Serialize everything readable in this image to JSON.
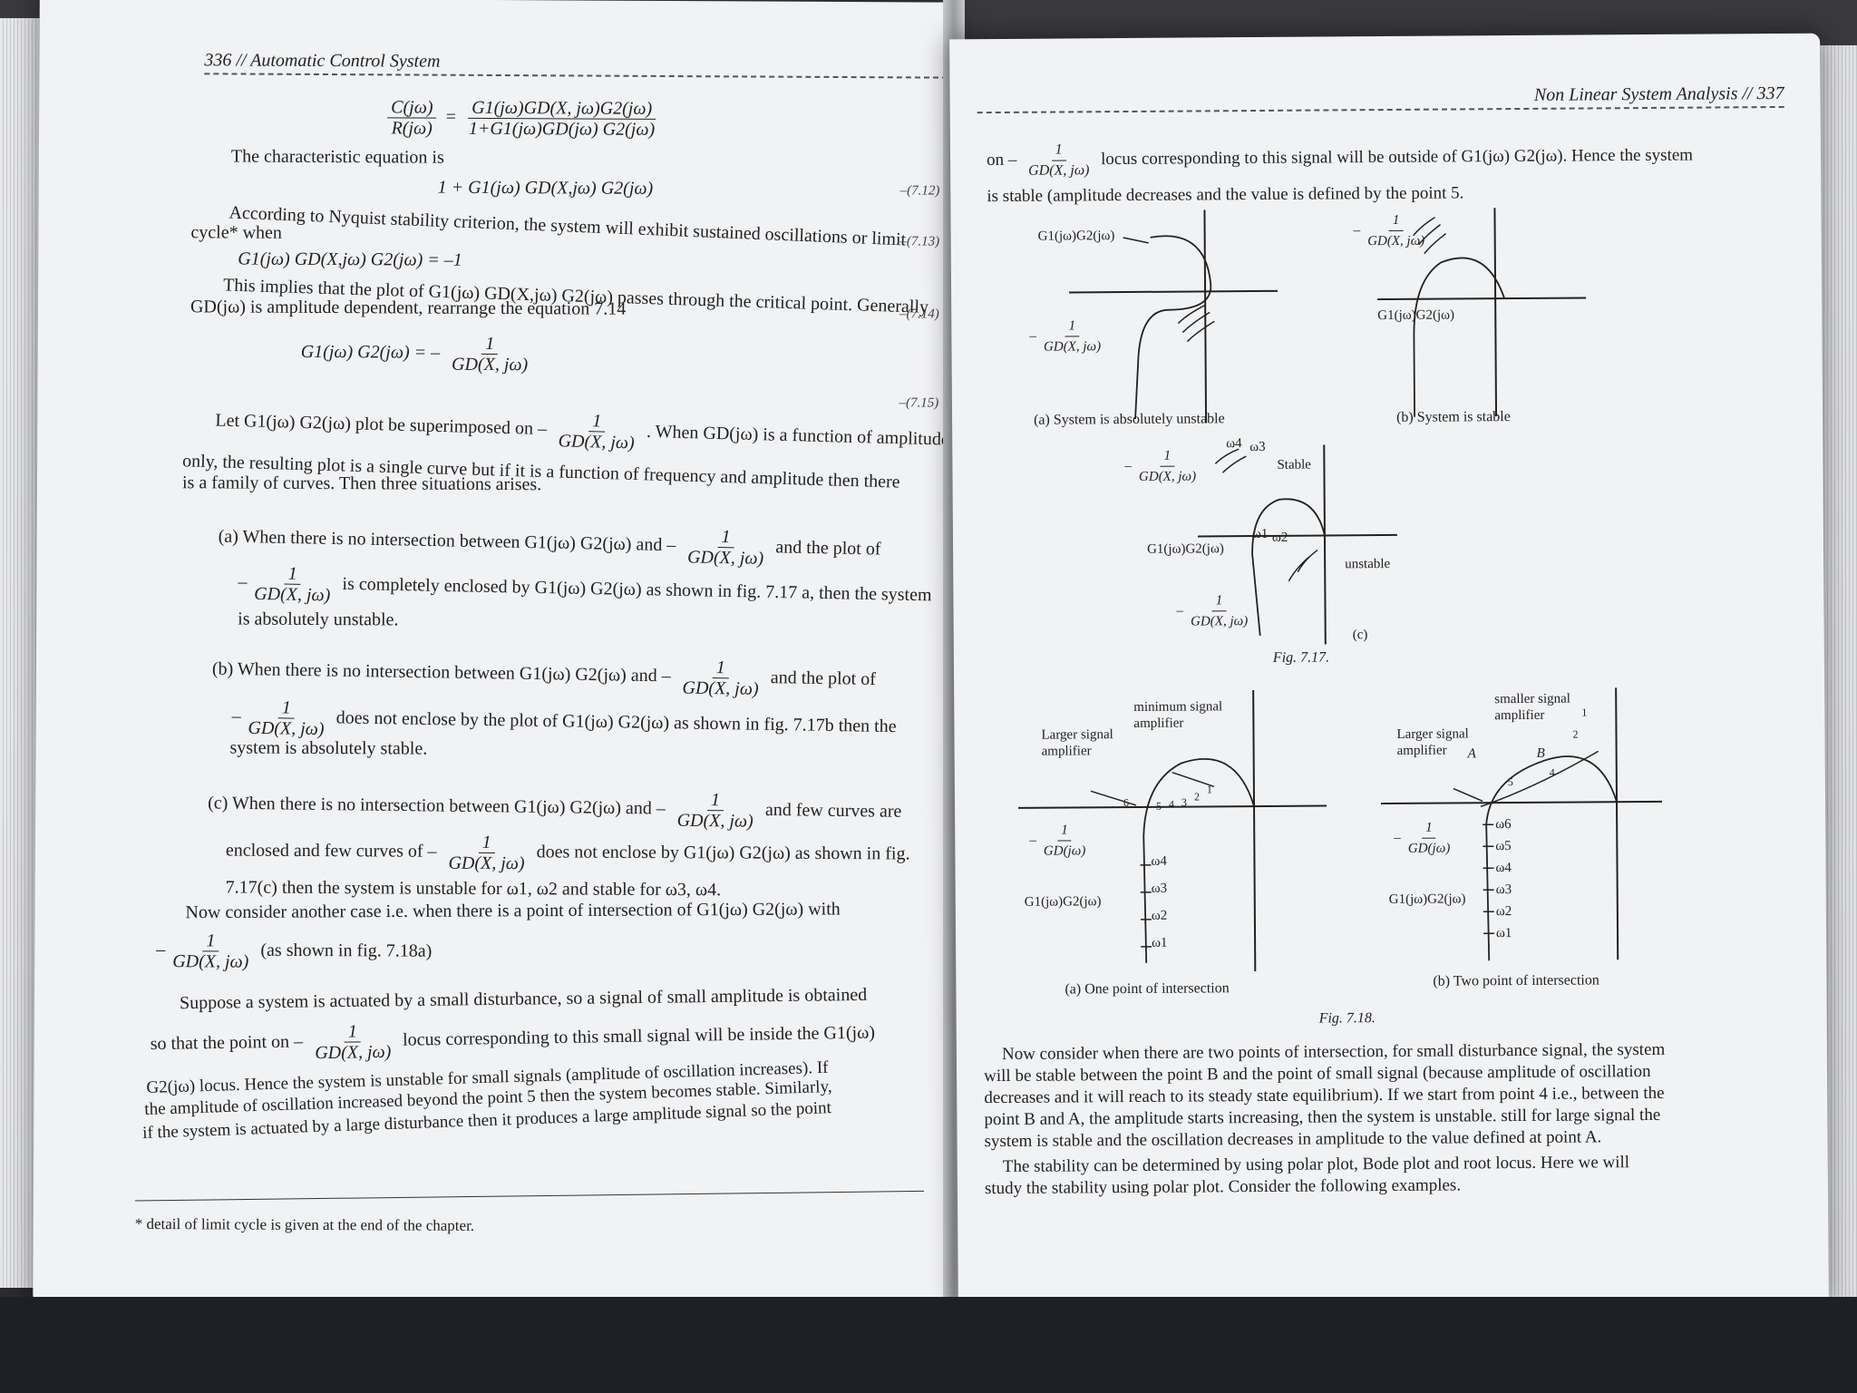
{
  "left_page": {
    "running_head": "336 // Automatic Control System",
    "eq_transfer_num_lhs": "C(jω)",
    "eq_transfer_den_lhs": "R(jω)",
    "eq_transfer_num_rhs": "G1(jω)GD(X, jω)G2(jω)",
    "eq_transfer_den_rhs": "1+G1(jω)GD(jω) G2(jω)",
    "char_eq_intro": "The characteristic equation is",
    "char_eq": "1 + G1(jω) GD(X,jω) G2(jω)",
    "eqnum_712": "–(7.12)",
    "nyquist_line1": "According to Nyquist stability criterion, the system will exhibit sustained oscillations or limit",
    "nyquist_line2": "cycle* when",
    "eq_713": "G1(jω) GD(X,jω) G2(jω) = –1",
    "eqnum_713": "–(7.13)",
    "implies_line1": "This implies that the plot of G1(jω) GD(X,jω) G2(jω) passes through the critical point. Generally",
    "implies_line2": "GD(jω) is amplitude dependent, rearrange the equation 7.14",
    "eqnum_714": "–(7.14)",
    "eq_714_lhs": "G1(jω) G2(jω) = –",
    "frac_num": "1",
    "frac_den": "GD(X, jω)",
    "eqnum_715": "–(7.15)",
    "let_line1a": "Let G1(jω) G2(jω) plot be superimposed on –",
    "let_line1b": ". When GD(jω) is a function of amplitude",
    "let_line2": "only, the resulting plot is a single curve but if it is a function of frequency and amplitude then there",
    "let_line3": "is a family of curves. Then three situations arises.",
    "case_a_1a": "(a)  When there is no intersection between G1(jω) G2(jω) and –",
    "case_a_1b": "and the plot of",
    "case_a_2": "is completely enclosed by G1(jω) G2(jω) as shown in fig. 7.17 a, then the system",
    "case_a_3": "is absolutely unstable.",
    "case_b_1a": "(b)  When there is no intersection between G1(jω) G2(jω) and –",
    "case_b_1b": "and the plot of",
    "case_b_2": "does not enclose by the plot of G1(jω) G2(jω) as shown in fig. 7.17b then the",
    "case_b_3": "system is absolutely stable.",
    "case_c_1a": "(c)  When there is no intersection between G1(jω) G2(jω) and –",
    "case_c_1b": "and few curves are",
    "case_c_2a": "enclosed and few curves of –",
    "case_c_2b": "does not enclose by G1(jω) G2(jω) as shown in fig.",
    "case_c_3": "7.17(c) then the system is unstable for ω1, ω2 and stable for ω3, ω4.",
    "now_line1": "Now consider another case i.e. when there is a point of intersection of G1(jω) G2(jω) with",
    "now_line2": "(as shown in fig. 7.18a)",
    "sup_line1": "Suppose a system is actuated by a small disturbance, so a signal of small amplitude is obtained",
    "sup_line2a": "so that the point on –",
    "sup_line2b": "locus corresponding to this small signal will be inside the G1(jω)",
    "sup_line3": "G2(jω) locus. Hence the system is unstable for small signals (amplitude of oscillation increases). If",
    "sup_line4": "the amplitude of oscillation increased beyond the point 5 then the system becomes stable. Similarly,",
    "sup_line5": "if the system is actuated by a large disturbance then it produces a large amplitude signal so the point",
    "footnote": "* detail of limit cycle is given at the end of the chapter."
  },
  "right_page": {
    "running_head": "Non Linear System Analysis // 337",
    "top_line1a": "on –",
    "top_line1b": "locus corresponding to this signal will be outside of G1(jω) G2(jω). Hence the system",
    "top_line2": "is stable (amplitude decreases and the value is defined by the point 5.",
    "fig717": {
      "a_g_label": "G1(jω)G2(jω)",
      "a_caption": "(a) System is absolutely unstable",
      "b_g_label": "G1(jω)G2(jω)",
      "b_caption": "(b) System is stable",
      "c_stable": "Stable",
      "c_unstable": "unstable",
      "c_g_label": "G1(jω)G2(jω)",
      "c_tag": "(c)",
      "w4": "ω4",
      "w3": "ω3",
      "w1": "ω1",
      "w2": "ω2",
      "caption": "Fig. 7.17."
    },
    "fig718": {
      "a_min": "minimum signal",
      "a_min2": "amplifier",
      "a_large": "Larger signal",
      "a_large2": "amplifier",
      "a_den": "GD(jω)",
      "a_g_label": "G1(jω)G2(jω)",
      "a_caption": "(a) One point of intersection",
      "b_small": "smaller signal",
      "b_small2": "amplifier",
      "b_large": "Larger signal",
      "b_large2": "amplifier",
      "b_den": "GD(jω)",
      "b_g_label": "G1(jω)G2(jω)",
      "b_caption": "(b) Two point of intersection",
      "pt_A": "A",
      "pt_B": "B",
      "n1": "1",
      "n2": "2",
      "n3": "3",
      "n4": "4",
      "n5": "5",
      "n6": "6",
      "w1": "ω1",
      "w2": "ω2",
      "w3": "ω3",
      "w4": "ω4",
      "w5": "ω5",
      "w6": "ω6",
      "caption": "Fig. 7.18."
    },
    "para1_1": "Now consider when there are two points of intersection, for small disturbance signal, the system",
    "para1_2": "will be stable between the point B and the point of small signal (because amplitude of oscillation",
    "para1_3": "decreases and it will reach to its steady state equilibrium). If we start from point 4 i.e., between the",
    "para1_4": "point B and A, the amplitude starts increasing, then the system is unstable. still for large signal the",
    "para1_5": "system is stable and the oscillation decreases in amplitude to the value defined at point A.",
    "para2_1": "The stability can be determined by using polar plot, Bode plot and root locus. Here we will",
    "para2_2": "study the stability using polar plot. Consider the following examples."
  }
}
